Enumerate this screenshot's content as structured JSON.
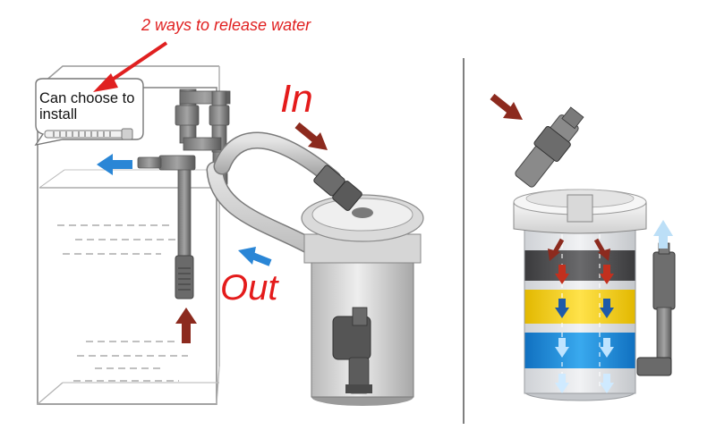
{
  "labels": {
    "caption": "2 ways to release water",
    "bubble": "Can choose to install",
    "inlet": "In",
    "outlet": "Out"
  },
  "colors": {
    "red_arrow": "#e02020",
    "red_text": "#e41b1b",
    "blue_arrow": "#2a86d6",
    "dark_red_arrow": "#8c2a1e",
    "media_dark": "#4a4a4c",
    "media_yellow": "#f2cf12",
    "media_blue": "#1d8fd9"
  },
  "icons": [
    "flow-arrow-icon",
    "pointer-arrow-icon",
    "spray-bar-icon"
  ]
}
